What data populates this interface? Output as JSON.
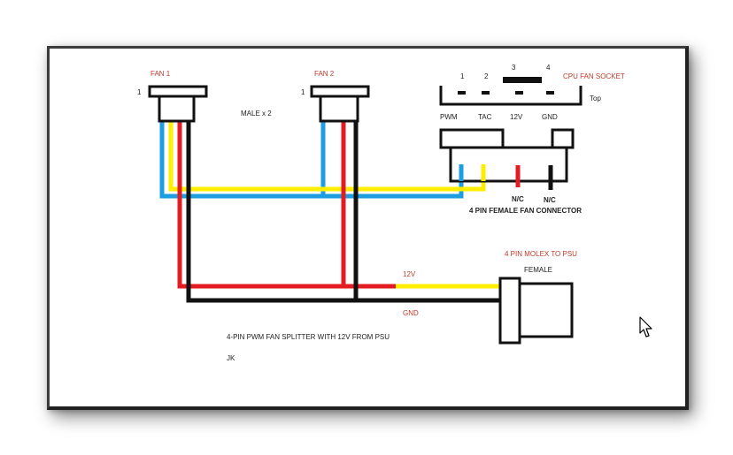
{
  "fan1": {
    "title": "FAN 1",
    "pin_number": "1"
  },
  "fan2": {
    "title": "FAN 2",
    "pin_number": "1"
  },
  "male_label": "MALE  x  2",
  "socket": {
    "title": "CPU FAN SOCKET",
    "pin_numbers": [
      "1",
      "2",
      "3",
      "4"
    ],
    "top_label": "Top",
    "pin_names": [
      "PWM",
      "TAC",
      "12V",
      "GND"
    ]
  },
  "female_connector": {
    "nc_labels": [
      "N/C",
      "N/C"
    ],
    "title": "4 PIN FEMALE FAN CONNECTOR"
  },
  "molex": {
    "title": "4 PIN MOLEX TO PSU",
    "female_label": "FEMALE",
    "wire_12v_label": "12V",
    "wire_gnd_label": "GND"
  },
  "caption": "4-PIN PWM FAN SPLITTER WITH 12V FROM PSU",
  "author": "JK",
  "colors": {
    "blue_wire": "#1e9de0",
    "yellow_wire": "#ffee00",
    "red_wire": "#e31b23",
    "black_wire": "#111111",
    "label_red": "#c0392b"
  }
}
